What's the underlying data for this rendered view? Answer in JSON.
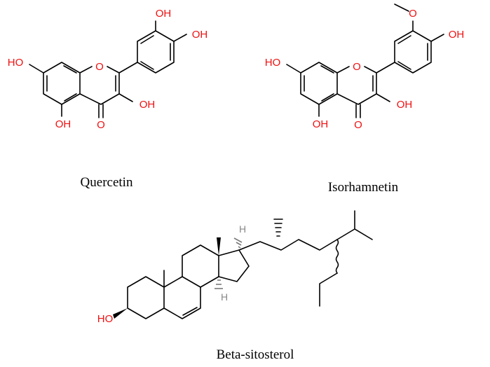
{
  "molecules": {
    "quercetin": {
      "name": "Quercetin",
      "atoms": {
        "oh_3p": "OH",
        "oh_4p": "OH",
        "oh_7": "HO",
        "o_ring": "O",
        "oh_3": "OH",
        "oh_5": "OH",
        "o_keto": "O"
      }
    },
    "isorhamnetin": {
      "name": "Isorhamnetin",
      "atoms": {
        "ome_3p": "O",
        "oh_4p": "OH",
        "oh_7": "HO",
        "o_ring": "O",
        "oh_3": "OH",
        "oh_5": "OH",
        "o_keto": "O"
      }
    },
    "beta_sitosterol": {
      "name": "Beta-sitosterol",
      "atoms": {
        "oh_3": "HO",
        "h_14": "H",
        "h_17": "H"
      }
    }
  },
  "colors": {
    "heteroatom": "#ee1111",
    "bond": "#000000",
    "stereo_hash": "#7a7a7a"
  }
}
